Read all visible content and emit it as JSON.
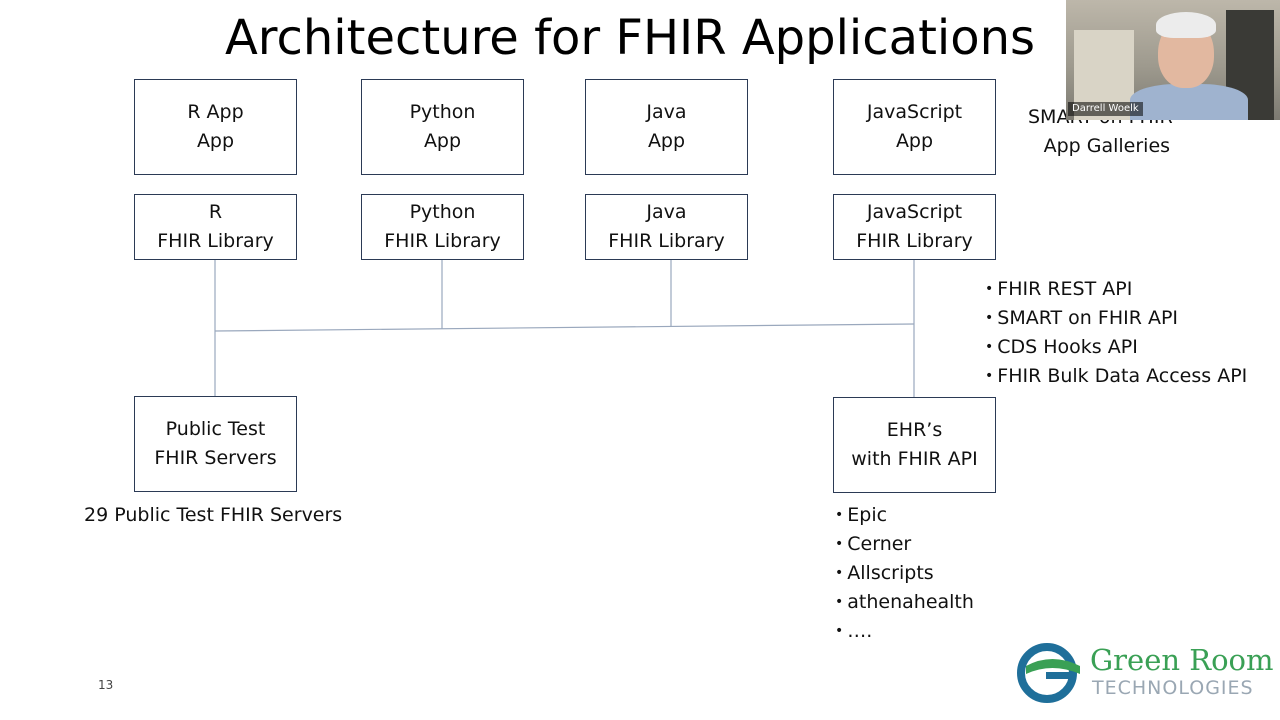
{
  "slide": {
    "title": "Architecture for FHIR Applications",
    "page_number": "13"
  },
  "apps": [
    {
      "line1": "R App",
      "line2": "App"
    },
    {
      "line1": "Python",
      "line2": "App"
    },
    {
      "line1": "Java",
      "line2": "App"
    },
    {
      "line1": "JavaScript",
      "line2": "App"
    }
  ],
  "libraries": [
    {
      "line1": "R",
      "line2": "FHIR Library"
    },
    {
      "line1": "Python",
      "line2": "FHIR Library"
    },
    {
      "line1": "Java",
      "line2": "FHIR Library"
    },
    {
      "line1": "JavaScript",
      "line2": "FHIR Library"
    }
  ],
  "servers": {
    "public": {
      "line1": "Public Test",
      "line2": "FHIR Servers"
    },
    "ehr": {
      "line1": "EHR’s",
      "line2": "with FHIR API"
    }
  },
  "app_galleries": {
    "line1": "SMART on FHIR",
    "line2": "App Galleries"
  },
  "api_list": [
    "FHIR REST API",
    "SMART on FHIR API",
    "CDS Hooks API",
    "FHIR Bulk Data Access API"
  ],
  "public_servers_note": "29 Public Test FHIR Servers",
  "ehr_list": [
    "Epic",
    "Cerner",
    "Allscripts",
    "athenahealth",
    "…."
  ],
  "video": {
    "participant_name": "Darrell Woelk"
  },
  "logo": {
    "name": "Green Room",
    "tagline": "TECHNOLOGIES"
  },
  "colors": {
    "box_border": "#2b3a55",
    "connector": "#9aa8bd",
    "logo_green": "#3aa055",
    "logo_blue": "#1f6f9a"
  }
}
